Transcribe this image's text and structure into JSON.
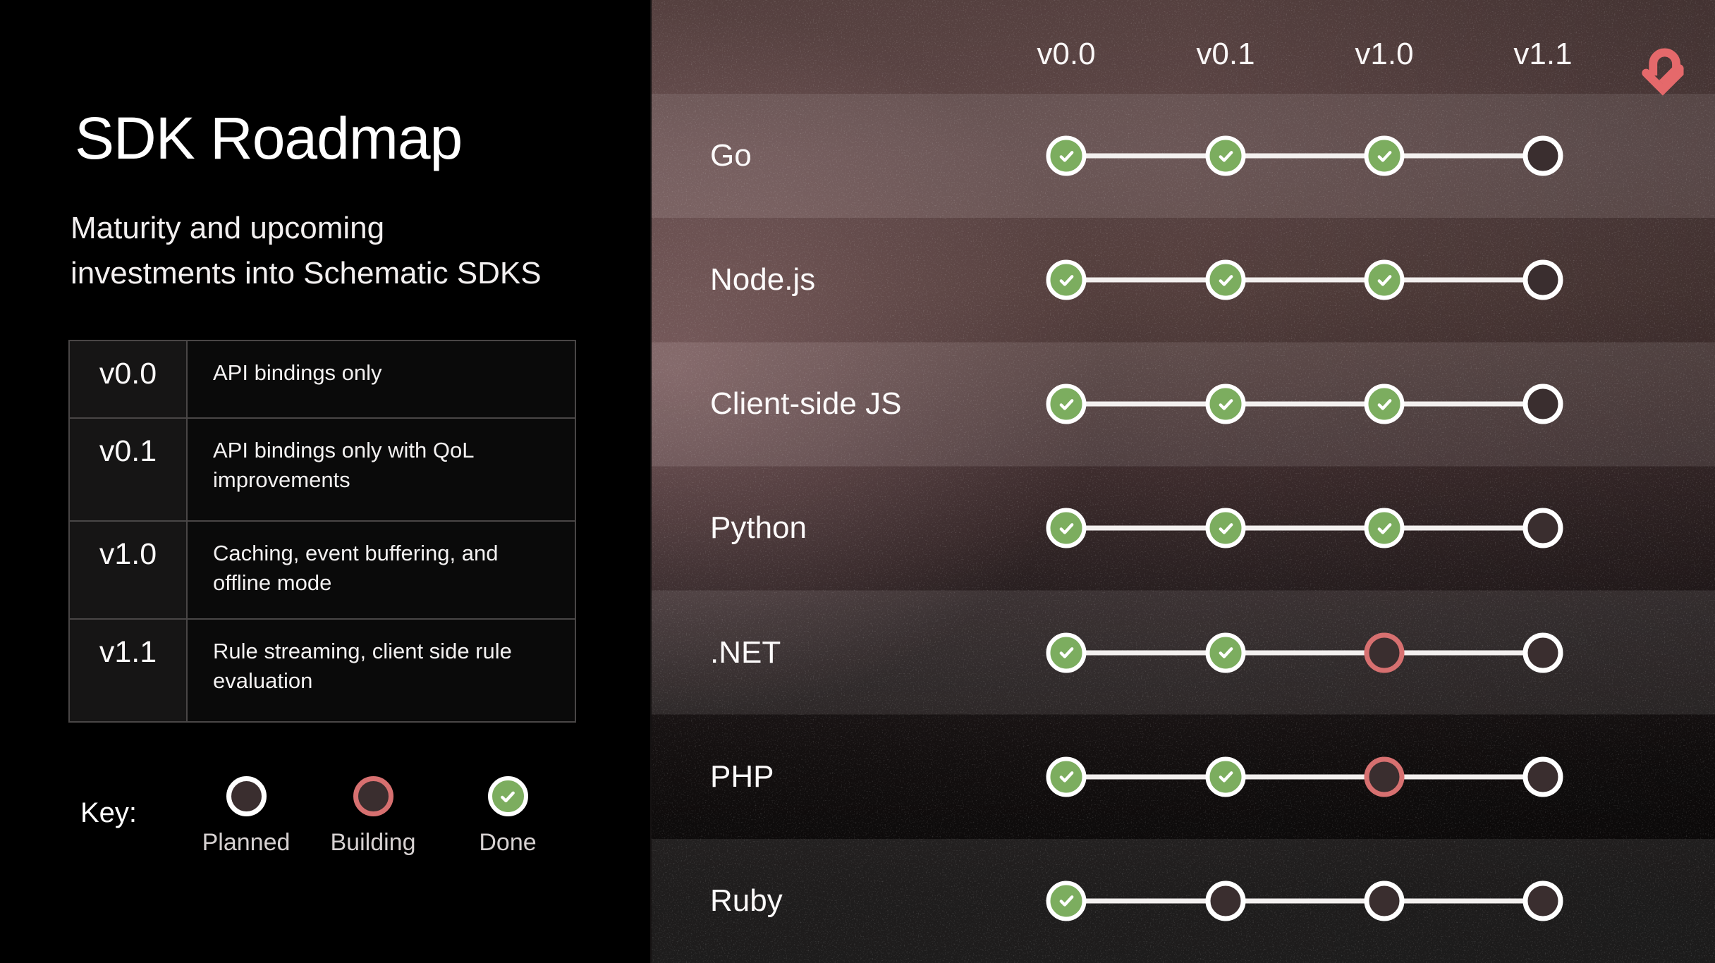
{
  "left": {
    "title": "SDK Roadmap",
    "subtitle_lines": [
      "Maturity and upcoming",
      "investments into Schematic SDKS"
    ],
    "versions": [
      {
        "version": "v0.0",
        "description": "API bindings only"
      },
      {
        "version": "v0.1",
        "description": "API bindings only with QoL improvements"
      },
      {
        "version": "v1.0",
        "description": "Caching, event buffering, and offline mode"
      },
      {
        "version": "v1.1",
        "description": "Rule streaming, client side rule evaluation"
      }
    ],
    "key": {
      "label": "Key:",
      "items": [
        {
          "label": "Planned",
          "status": "planned"
        },
        {
          "label": "Building",
          "status": "building"
        },
        {
          "label": "Done",
          "status": "done"
        }
      ]
    }
  },
  "roadmap": {
    "columns": [
      "v0.0",
      "v0.1",
      "v1.0",
      "v1.1"
    ],
    "logo": "schematic-logo",
    "rows": [
      {
        "sdk": "Go",
        "statuses": [
          "done",
          "done",
          "done",
          "planned"
        ]
      },
      {
        "sdk": "Node.js",
        "statuses": [
          "done",
          "done",
          "done",
          "planned"
        ]
      },
      {
        "sdk": "Client-side JS",
        "statuses": [
          "done",
          "done",
          "done",
          "planned"
        ]
      },
      {
        "sdk": "Python",
        "statuses": [
          "done",
          "done",
          "done",
          "planned"
        ]
      },
      {
        "sdk": ".NET",
        "statuses": [
          "done",
          "done",
          "building",
          "planned"
        ]
      },
      {
        "sdk": "PHP",
        "statuses": [
          "done",
          "done",
          "building",
          "planned"
        ]
      },
      {
        "sdk": "Ruby",
        "statuses": [
          "done",
          "planned",
          "planned",
          "planned"
        ]
      }
    ]
  },
  "colors": {
    "done_green": "#7cad5f",
    "building_red": "#d77070",
    "planned_fill": "#3a2e2f",
    "ring_white": "#ffffff",
    "logo_coral": "#e5696b"
  }
}
